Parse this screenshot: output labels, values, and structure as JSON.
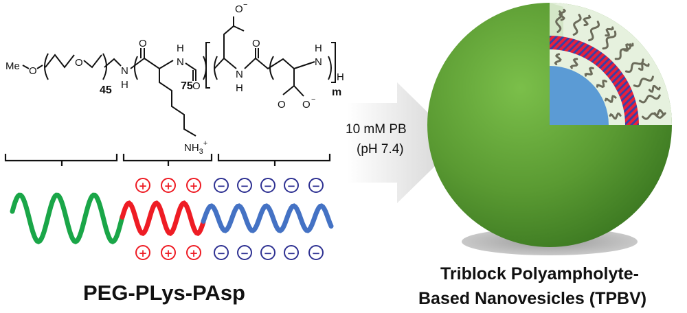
{
  "structure": {
    "me": "Me",
    "o1": "O",
    "o2": "O",
    "peg_n": "45",
    "n1": "N",
    "h1": "H",
    "o_carbonyl1": "O",
    "h_nh2": "H",
    "n2": "N",
    "plys_n": "75",
    "o_carbonyl2": "O",
    "o_minus_top": "O",
    "charge_top": "−",
    "h_n3": "H",
    "n3": "N",
    "o_carbonyl3": "O",
    "h_n4": "H",
    "n4": "N",
    "h_end": "H",
    "pasp_m": "m",
    "o_bottom": "O",
    "o_minus_bottom": "O",
    "charge_bottom": "−",
    "nh3": "NH",
    "nh3_sub": "3",
    "nh3_charge": "+"
  },
  "arrow": {
    "line1": "10 mM PB",
    "line2": "(pH 7.4)"
  },
  "polymer_label": "PEG-PLys-PAsp",
  "vesicle_caption": {
    "line1": "Triblock Polyampholyte-",
    "line2": "Based Nanovesicles (TPBV)"
  },
  "charges": {
    "positive_symbol": "+",
    "negative_symbol": "−",
    "positive_count_per_row": 3,
    "negative_count_per_row": 5
  },
  "colors": {
    "peg_green": "#1aa648",
    "plys_red": "#ee1c24",
    "pasp_blue": "#4472c4",
    "sphere_green": "#5a9a32",
    "core_blue": "#5b9bd5",
    "membrane_red": "#e8203a",
    "membrane_stripe": "#3b3fa6",
    "corona_bg": "#e6f1de",
    "arrow_gray": "#d9d9d9",
    "shadow_gray": "#a6a6a6"
  }
}
